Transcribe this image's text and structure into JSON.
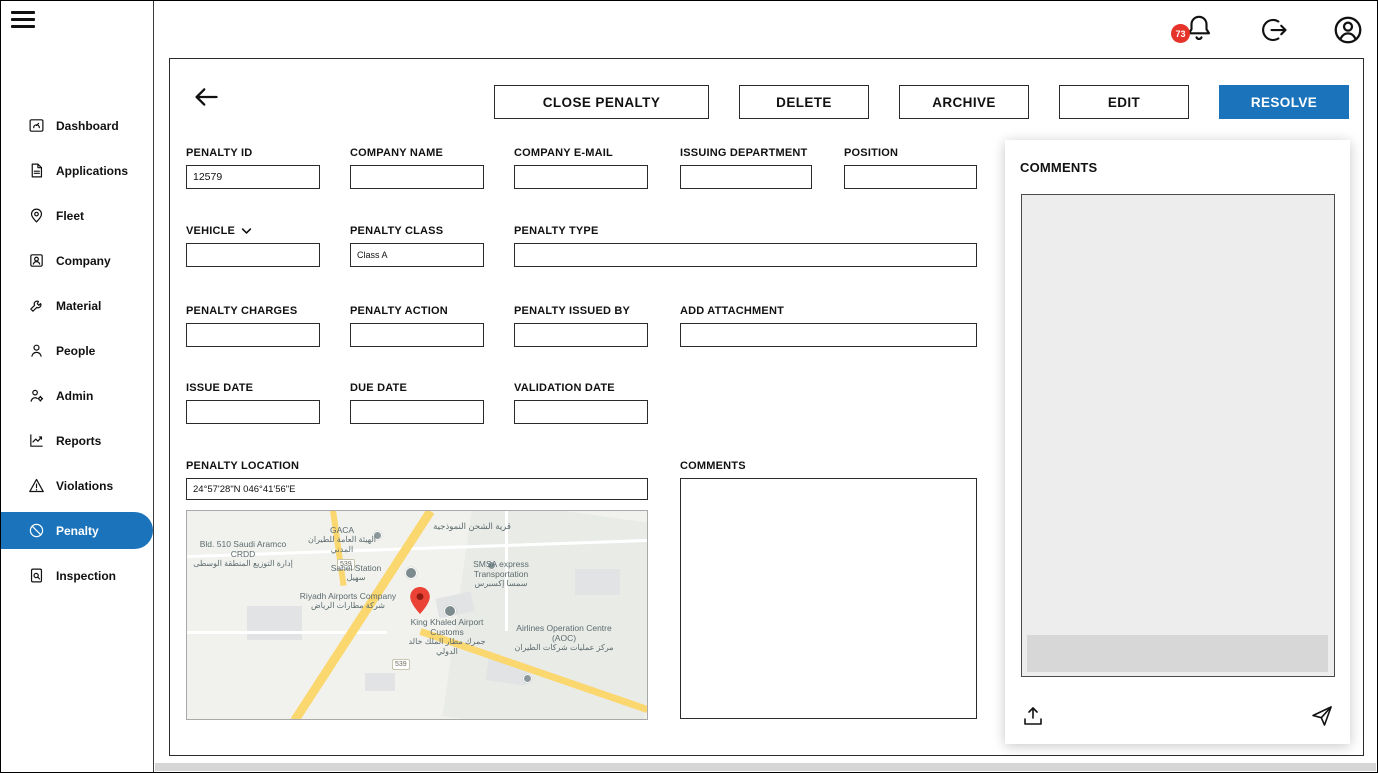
{
  "colors": {
    "accent": "#1b74bb",
    "badge_red": "#e5332a"
  },
  "topbar": {
    "notification_count": "73"
  },
  "sidebar": {
    "items": [
      {
        "label": "Dashboard"
      },
      {
        "label": "Applications"
      },
      {
        "label": "Fleet"
      },
      {
        "label": "Company"
      },
      {
        "label": "Material"
      },
      {
        "label": "People"
      },
      {
        "label": "Admin"
      },
      {
        "label": "Reports"
      },
      {
        "label": "Violations"
      },
      {
        "label": "Penalty",
        "active": true
      },
      {
        "label": "Inspection"
      }
    ]
  },
  "toolbar": {
    "close_penalty": "CLOSE PENALTY",
    "delete": "DELETE",
    "archive": "ARCHIVE",
    "edit": "EDIT",
    "resolve": "RESOLVE"
  },
  "form": {
    "penalty_id": {
      "label": "PENALTY ID",
      "value": "12579"
    },
    "company_name": {
      "label": "COMPANY NAME",
      "value": ""
    },
    "company_email": {
      "label": "COMPANY E-MAIL",
      "value": ""
    },
    "issuing_department": {
      "label": "ISSUING DEPARTMENT",
      "value": ""
    },
    "position": {
      "label": "POSITION",
      "value": ""
    },
    "vehicle": {
      "label": "VEHICLE",
      "value": ""
    },
    "penalty_class": {
      "label": "PENALTY CLASS",
      "value": "Class A"
    },
    "penalty_type": {
      "label": "PENALTY TYPE",
      "value": ""
    },
    "penalty_charges": {
      "label": "PENALTY CHARGES",
      "value": ""
    },
    "penalty_action": {
      "label": "PENALTY ACTION",
      "value": ""
    },
    "penalty_issued_by": {
      "label": "PENALTY ISSUED BY",
      "value": ""
    },
    "add_attachment": {
      "label": "ADD ATTACHMENT",
      "value": ""
    },
    "issue_date": {
      "label": "ISSUE DATE",
      "value": ""
    },
    "due_date": {
      "label": "DUE DATE",
      "value": ""
    },
    "validation_date": {
      "label": "VALIDATION DATE",
      "value": ""
    },
    "penalty_location": {
      "label": "PENALTY LOCATION",
      "value": "24°57'28\"N 046°41'56\"E"
    },
    "comments": {
      "label": "COMMENTS",
      "value": ""
    }
  },
  "comments_panel": {
    "title": "COMMENTS"
  },
  "map": {
    "road_badge": "539",
    "labels": [
      {
        "text": "GACA",
        "sub": "الهيئة العامة للطيران المدني"
      },
      {
        "text": "قرية الشحن النموذجية",
        "sub": ""
      },
      {
        "text": "Bld. 510 Saudi Aramco CRDD",
        "sub": "إدارة التوزيع المنطقة الوسطى"
      },
      {
        "text": "Sahel Station",
        "sub": "سهيل"
      },
      {
        "text": "SMSA express Transportation",
        "sub": "سمسا إكسبرس"
      },
      {
        "text": "Riyadh Airports Company",
        "sub": "شركة مطارات الرياض"
      },
      {
        "text": "King Khaled Airport Customs",
        "sub": "جمرك مطار الملك خالد الدولي"
      },
      {
        "text": "Airlines Operation Centre (AOC)",
        "sub": "مركز عمليات شركات الطيران"
      }
    ]
  }
}
